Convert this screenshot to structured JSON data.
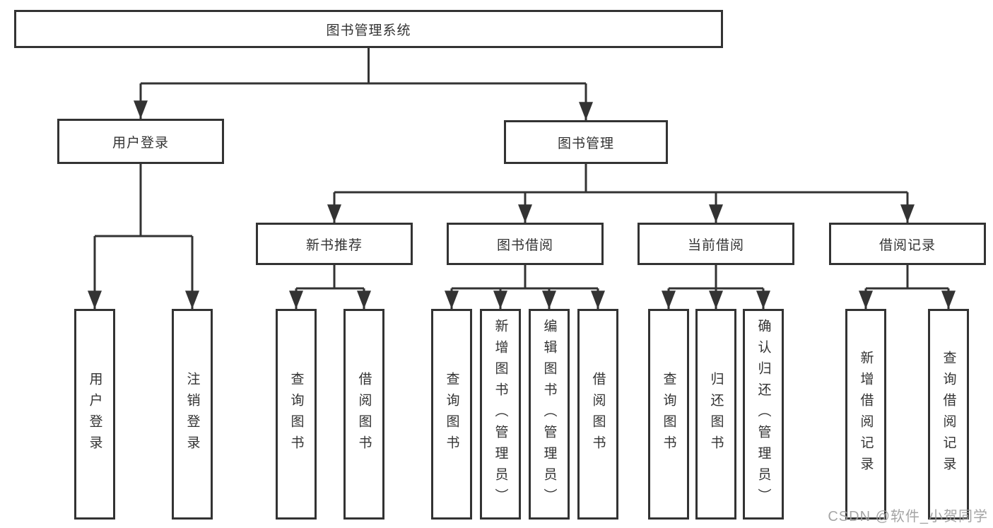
{
  "diagram": {
    "root": {
      "label": "图书管理系统"
    },
    "branches": [
      {
        "label": "用户登录",
        "children": [
          {
            "label": "用户登录"
          },
          {
            "label": "注销登录"
          }
        ]
      },
      {
        "label": "图书管理",
        "children": [
          {
            "label": "新书推荐",
            "children": [
              {
                "label": "查询图书"
              },
              {
                "label": "借阅图书"
              }
            ]
          },
          {
            "label": "图书借阅",
            "children": [
              {
                "label": "查询图书"
              },
              {
                "label": "新增图书（管理员）"
              },
              {
                "label": "编辑图书（管理员）"
              },
              {
                "label": "借阅图书"
              }
            ]
          },
          {
            "label": "当前借阅",
            "children": [
              {
                "label": "查询图书"
              },
              {
                "label": "归还图书"
              },
              {
                "label": "确认归还（管理员）"
              }
            ]
          },
          {
            "label": "借阅记录",
            "children": [
              {
                "label": "新增借阅记录"
              },
              {
                "label": "查询借阅记录"
              }
            ]
          }
        ]
      }
    ]
  },
  "watermark": {
    "text": "CSDN @软件_小贺同学"
  },
  "colors": {
    "line": "#333333",
    "text": "#333333",
    "box_background": "#ffffff",
    "watermark": "#9e9e9e",
    "background": "#ffffff"
  }
}
